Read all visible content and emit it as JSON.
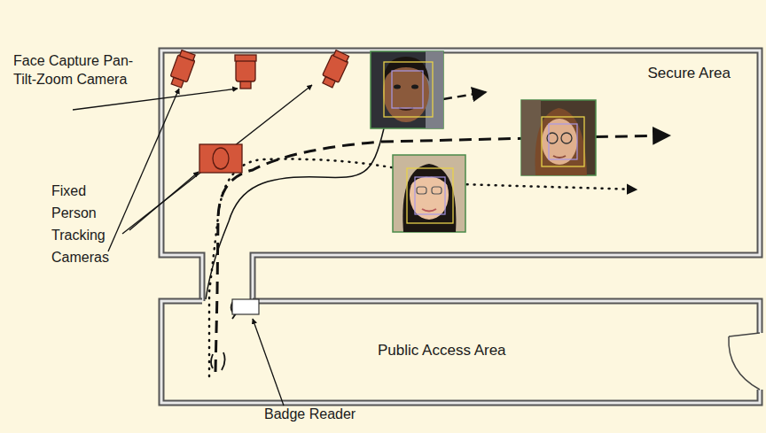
{
  "diagram": {
    "nodes": [
      {
        "text": [
          "Secure Area"
        ]
      },
      {
        "text": [
          "Public Access Area"
        ]
      }
    ],
    "labels": [
      "Face Capture Pan-Tilt-Zoom Camera",
      "Fixed Person Tracking Cameras",
      "Badge Reader"
    ]
  }
}
